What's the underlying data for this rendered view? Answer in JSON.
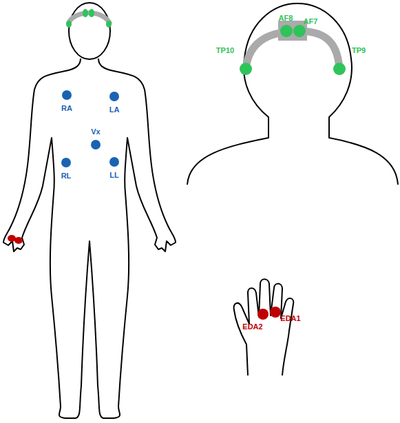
{
  "diagram": {
    "labels": [
      "AF8",
      "AF7",
      "TP10",
      "TP9",
      "RA",
      "LA",
      "Vx",
      "RL",
      "LL",
      "EDA1",
      "EDA2"
    ]
  }
}
